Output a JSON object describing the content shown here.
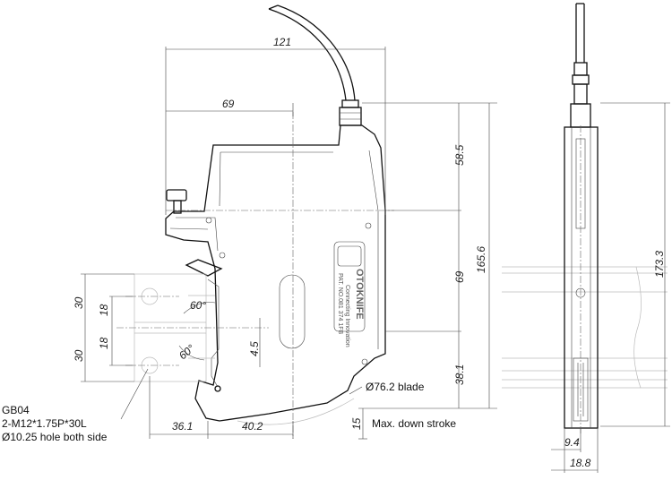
{
  "dimensions": {
    "d121": "121",
    "d69_top": "69",
    "d58_5": "58.5",
    "d69_right": "69",
    "d165_6": "165.6",
    "d38_1": "38.1",
    "d15": "15",
    "d36_1": "36.1",
    "d40_2": "40.2",
    "d30_top": "30",
    "d18_top": "18",
    "d18_bottom": "18",
    "d30_bottom": "30",
    "d4_5": "4.5",
    "angle_top": "60°",
    "angle_bottom": "60°",
    "d173_3": "173.3",
    "d9_4": "9.4",
    "d18_8": "18.8"
  },
  "annotations": {
    "blade": "Ø76.2 blade",
    "stroke": "Max. down stroke",
    "gb_line1": "GB04",
    "gb_line2": "2-M12*1.75P*30L",
    "gb_line3": "Ø10.25 hole both side"
  },
  "logo": {
    "brand": "OTOKNIFE",
    "subtitle": "Connecting Innovation",
    "patent": "PAT. NO.081 374 1FB"
  }
}
